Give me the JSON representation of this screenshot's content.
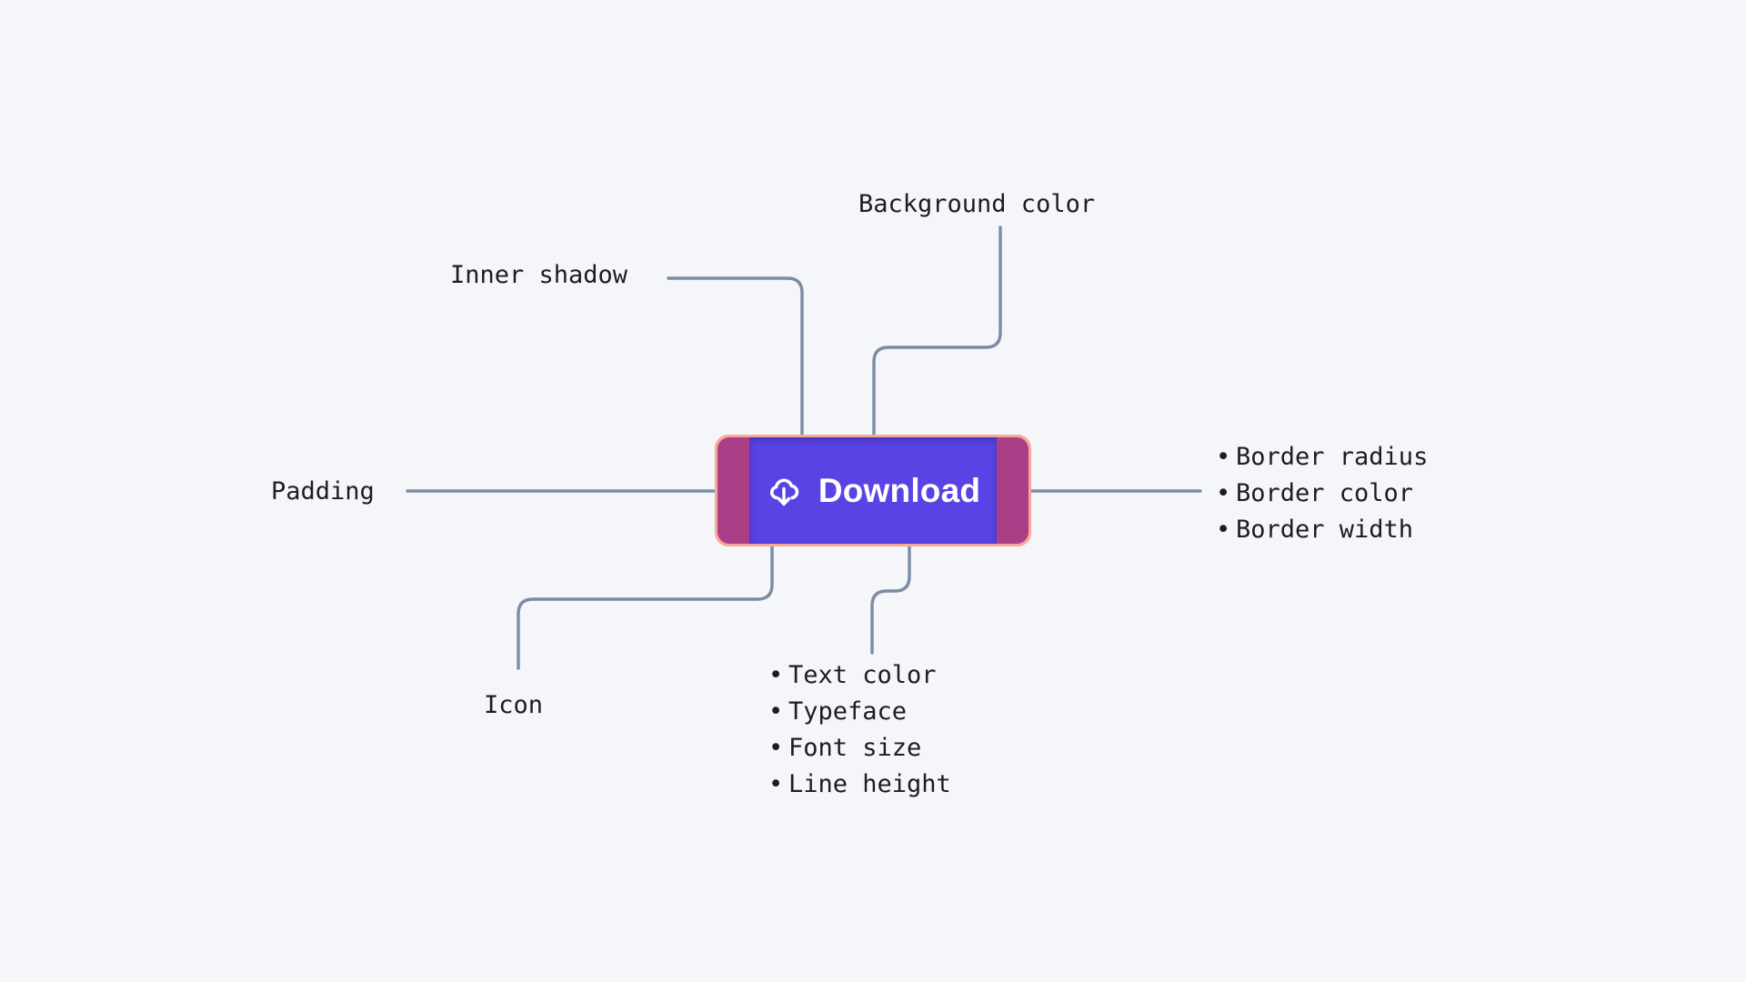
{
  "canvas": {
    "background_color": "#f4f6fa",
    "connector_color": "#7b8ca3",
    "text_color": "#1b1d23"
  },
  "button": {
    "label": "Download",
    "icon": "cloud-download-icon",
    "background_color": "#5a43e4",
    "text_color": "#ffffff",
    "padding_overlay_color": "#ab3f87",
    "border_overlay_color": "#f7a896",
    "border_radius": "15px"
  },
  "annotations": {
    "inner_shadow": "Inner shadow",
    "background_color": "Background color",
    "padding": "Padding",
    "icon": "Icon"
  },
  "border_list": {
    "bullet": "•",
    "items": [
      "Border radius",
      "Border color",
      "Border width"
    ]
  },
  "text_list": {
    "bullet": "•",
    "items": [
      "Text color",
      "Typeface",
      "Font size",
      "Line height"
    ]
  }
}
